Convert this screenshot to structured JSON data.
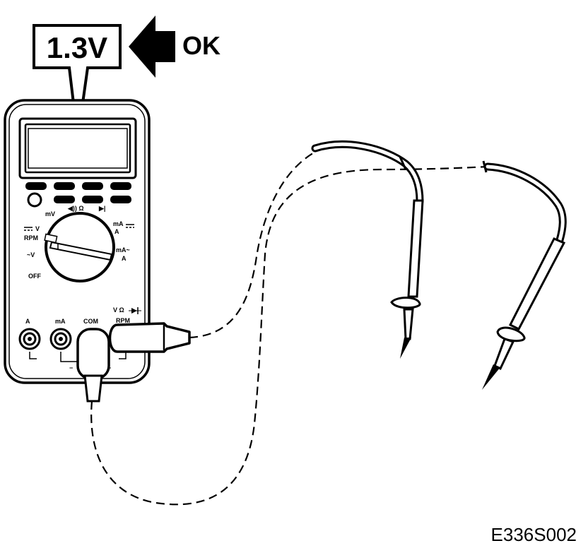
{
  "callout": {
    "reading": "1.3V",
    "verdict": "OK"
  },
  "dial": {
    "labels": {
      "mv": "mV",
      "continuity": "◀)) Ω",
      "diode": "▶|",
      "dcv": "V",
      "rpm": "RPM",
      "acv": "~V",
      "off": "OFF",
      "dcma": "mA",
      "dca": "A",
      "acma": "mA~",
      "aca": "A"
    }
  },
  "jacks": {
    "a": "A",
    "ma": "mA",
    "com": "COM",
    "v_top": "V  Ω",
    "v_bottom": "RPM",
    "minus": "−",
    "plus": "+"
  },
  "figure_code": "E336S002"
}
